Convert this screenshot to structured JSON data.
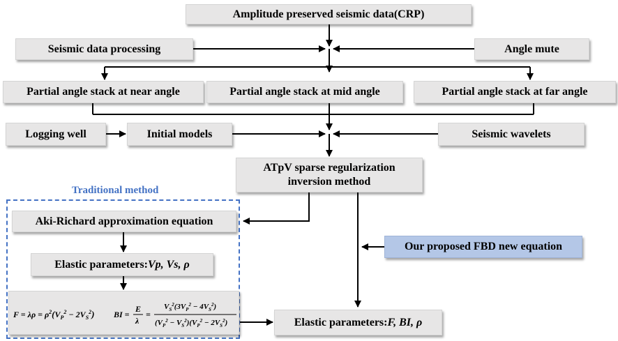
{
  "boxes": {
    "crp": "Amplitude preserved seismic data(CRP)",
    "processing": "Seismic data processing",
    "angle_mute": "Angle mute",
    "near": "Partial angle stack at near angle",
    "mid": "Partial angle stack at mid angle",
    "far": "Partial angle stack at far angle",
    "logging": "Logging well",
    "initial": "Initial models",
    "wavelets": "Seismic wavelets",
    "atpv_line1": "ATpV sparse regularization",
    "atpv_line2": "inversion method",
    "aki": "Aki-Richard approximation equation",
    "elastic_trad_prefix": "Elastic parameters:",
    "elastic_trad_vars": "Vp, Vs, ρ",
    "proposed": "Our proposed FBD new equation",
    "elastic_new_prefix": "Elastic parameters:",
    "elastic_new_vars": "F, BI, ρ"
  },
  "traditional": {
    "title": "Traditional method"
  },
  "formula": {
    "f_lhs": "F = λρ = ρ",
    "f_rhs": "(V",
    "bi_lhs": "BI = E/λ =",
    "text": "F = λρ = ρ²(VP² − 2VS²)   BI = E/λ = VS²(3VP² − 4VS²) / ((VP² − VS²)(VP² − 2VS²))"
  },
  "colors": {
    "box_fill": "#e7e6e6",
    "proposed_fill": "#b4c7e7",
    "frame": "#4472c4",
    "line": "#000000"
  }
}
